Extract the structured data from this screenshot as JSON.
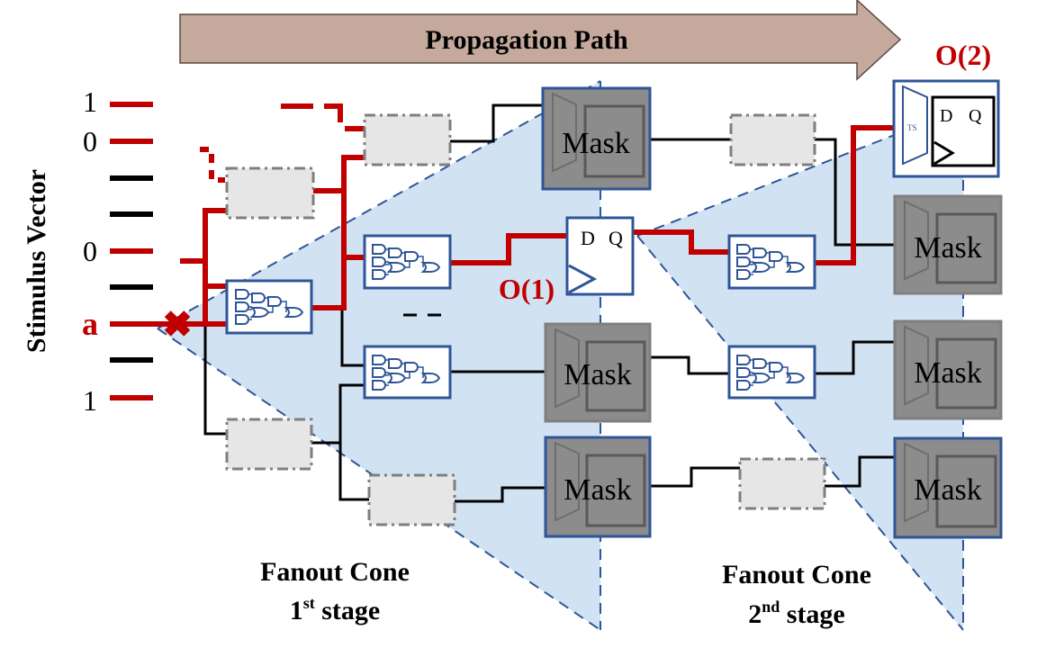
{
  "header": {
    "propagation_label": "Propagation Path"
  },
  "stimulus": {
    "axis_label": "Stimulus Vector",
    "inputs": [
      {
        "label": "1",
        "color": "#c00000"
      },
      {
        "label": "0",
        "color": "#c00000"
      },
      {
        "label": "",
        "color": "#000000"
      },
      {
        "label": "",
        "color": "#000000"
      },
      {
        "label": "0",
        "color": "#c00000"
      },
      {
        "label": "",
        "color": "#000000"
      },
      {
        "label": "a",
        "color": "#c00000"
      },
      {
        "label": "",
        "color": "#000000"
      },
      {
        "label": "1",
        "color": "#c00000"
      }
    ]
  },
  "outputs": {
    "o1": "O(1)",
    "o2": "O(2)"
  },
  "flipflop": {
    "d": "D",
    "q": "Q",
    "ts": "TS"
  },
  "mask_label": "Mask",
  "cones": {
    "first_line1": "Fanout Cone",
    "first_line2_num": "1",
    "first_line2_sup": "st",
    "first_line2_rest": " stage",
    "second_line1": "Fanout Cone",
    "second_line2_num": "2",
    "second_line2_sup": "nd",
    "second_line2_rest": " stage"
  },
  "colors": {
    "fault_path": "#c00000",
    "cone_fill": "#cfe0f2",
    "cone_border": "#2f5597",
    "arrow_fill": "#c4a99c",
    "box_fill": "#e6e6e6",
    "mask_fill": "#8c8c8c",
    "block_border": "#2f5597"
  }
}
